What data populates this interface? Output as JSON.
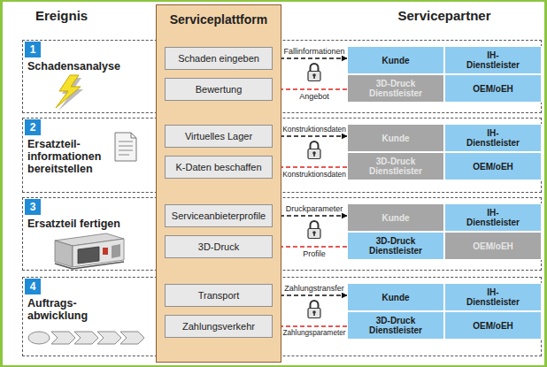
{
  "diagram": {
    "nodes": [
      {
        "text": [
          "Serviceplattform"
        ]
      },
      {
        "text": [
          "Schaden eingeben"
        ],
        "in": 0
      },
      {
        "text": [
          "Bewertung"
        ],
        "in": 0
      },
      {
        "text": [
          "Virtuelles Lager"
        ],
        "in": 0
      },
      {
        "text": [
          "K-Daten beschaffen"
        ],
        "in": 0
      },
      {
        "text": [
          "Serviceanbieterprofile"
        ],
        "in": 0
      },
      {
        "text": [
          "3D-Druck"
        ],
        "in": 0
      },
      {
        "text": [
          "Transport"
        ],
        "in": 0
      },
      {
        "text": [
          "Zahlungsverkehr"
        ],
        "in": 0
      },
      {
        "text": [
          "Schadensanalyse"
        ]
      },
      {
        "text": [
          "1"
        ],
        "in": 9
      },
      {
        "text": [
          "Kunde"
        ],
        "in": 9
      },
      {
        "text": [
          "IH- Dienstleister"
        ],
        "in": 9
      },
      {
        "text": [
          "3D-Druck Dienstleister"
        ],
        "in": 9
      },
      {
        "text": [
          "OEM/oEH"
        ],
        "in": 9
      },
      {
        "text": [
          "Ersatzteil- informationen bereitstellen"
        ]
      },
      {
        "text": [
          "2"
        ],
        "in": 15
      },
      {
        "text": [
          "Kunde"
        ],
        "in": 15
      },
      {
        "text": [
          "IH- Dienstleister"
        ],
        "in": 15
      },
      {
        "text": [
          "3D-Druck Dienstleister"
        ],
        "in": 15
      },
      {
        "text": [
          "OEM/oEH"
        ],
        "in": 15
      },
      {
        "text": [
          "Ersatzteil fertigen"
        ]
      },
      {
        "text": [
          "3"
        ],
        "in": 21
      },
      {
        "text": [
          "Kunde"
        ],
        "in": 21
      },
      {
        "text": [
          "IH- Dienstleister"
        ],
        "in": 21
      },
      {
        "text": [
          "3D-Druck Dienstleister"
        ],
        "in": 21
      },
      {
        "text": [
          "OEM/oEH"
        ],
        "in": 21
      },
      {
        "text": [
          "Auftrags- abwicklung"
        ]
      },
      {
        "text": [
          "4"
        ],
        "in": 27
      },
      {
        "text": [
          "Kunde"
        ],
        "in": 27
      },
      {
        "text": [
          "IH- Dienstleister"
        ],
        "in": 27
      },
      {
        "text": [
          "3D-Druck Dienstleister"
        ],
        "in": 27
      },
      {
        "text": [
          "OEM/oEH"
        ],
        "in": 27
      }
    ],
    "edges": [
      {
        "from": 1,
        "to": 11,
        "arrow": "to",
        "label": "Fallinformationen"
      },
      {
        "from": 13,
        "to": 2,
        "arrow": "to",
        "label": "Angebot"
      },
      {
        "from": 3,
        "to": 17,
        "arrow": "to",
        "label": "Konstruktionsdaten"
      },
      {
        "from": 19,
        "to": 4,
        "arrow": "to",
        "label": "Konstruktionsdaten"
      },
      {
        "from": 5,
        "to": 23,
        "arrow": "to",
        "label": "Druckparameter"
      },
      {
        "from": 25,
        "to": 6,
        "arrow": "to",
        "label": "Profile"
      },
      {
        "from": 7,
        "to": 29,
        "arrow": "to",
        "label": "Zahlungstransfer"
      },
      {
        "from": 31,
        "to": 8,
        "arrow": "to",
        "label": "Zahlungsparameter"
      }
    ],
    "labels": [
      "Ereignis",
      "Servicepartner"
    ]
  }
}
